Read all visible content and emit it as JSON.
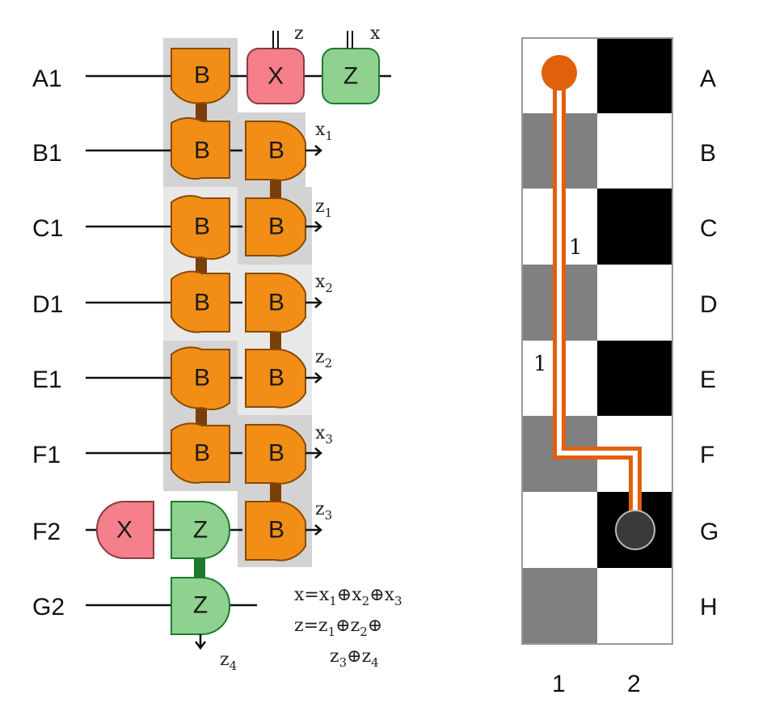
{
  "circuit": {
    "rows": [
      {
        "label": "A1"
      },
      {
        "label": "B1"
      },
      {
        "label": "C1"
      },
      {
        "label": "D1"
      },
      {
        "label": "E1"
      },
      {
        "label": "F1"
      },
      {
        "label": "F2"
      },
      {
        "label": "G2"
      }
    ],
    "gate_B": "B",
    "gate_X": "X",
    "gate_Z": "Z",
    "measure_a1_x_label": "z",
    "measure_a1_z_label": "x",
    "outputs": [
      {
        "base": "x",
        "sub": "1"
      },
      {
        "base": "z",
        "sub": "1"
      },
      {
        "base": "x",
        "sub": "2"
      },
      {
        "base": "z",
        "sub": "2"
      },
      {
        "base": "x",
        "sub": "3"
      },
      {
        "base": "z",
        "sub": "3"
      }
    ],
    "bottom_output": {
      "base": "z",
      "sub": "4"
    },
    "formula": {
      "line1": [
        "x=x",
        "1",
        "⊕x",
        "2",
        "⊕x",
        "3"
      ],
      "line2": [
        "z=z",
        "1",
        "⊕z",
        "2",
        "⊕"
      ],
      "line3": [
        "z",
        "3",
        "⊕z",
        "4"
      ]
    }
  },
  "board": {
    "row_labels": [
      "A",
      "B",
      "C",
      "D",
      "E",
      "F",
      "G",
      "H"
    ],
    "col_labels": [
      "1",
      "2"
    ],
    "path_number_labels": [
      "1",
      "1"
    ],
    "colors": {
      "black": "#000000",
      "gray": "#808080",
      "white": "#ffffff",
      "path": "#e0600c",
      "start": "#e0600c",
      "end": "#3a3a3a"
    }
  }
}
